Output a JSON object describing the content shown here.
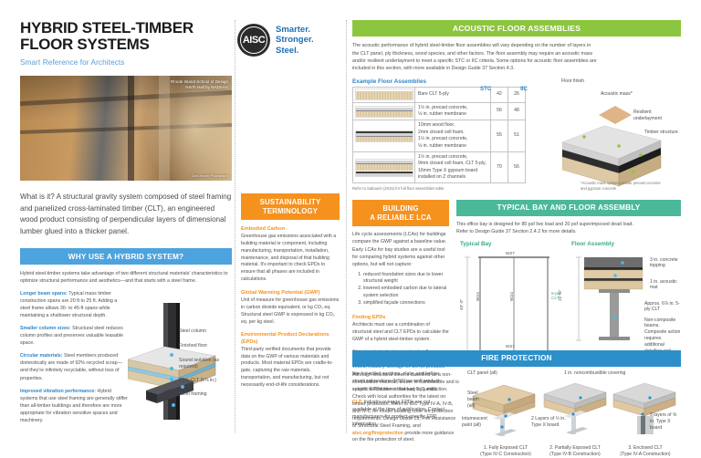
{
  "header": {
    "title_line1": "HYBRID STEEL-TIMBER",
    "title_line2": "FLOOR SYSTEMS",
    "subtitle": "Smart Reference for Architects",
    "logo_text": "AISC",
    "tagline1": "Smarter.",
    "tagline2": "Stronger.",
    "tagline3": "Steel.",
    "photo_credit_line1": "Rhode Island School of Design",
    "photo_credit_line2": "North Hall by NADAAA",
    "photo_credit_small": "Jonh Horner Photography"
  },
  "intro": {
    "text": "What is it? A structural gravity system composed of steel framing and panelized cross-laminated timber (CLT), an engineered wood product consisting of perpendicular layers of dimensional lumber glued into a thicker panel."
  },
  "why_hybrid": {
    "bar_title": "WHY USE A HYBRID SYSTEM?",
    "intro": "Hybrid steel-timber systems take advantage of two different structural materials' characteristics to optimize structural performance and aesthetics—and that starts with a steel frame.",
    "items": [
      {
        "lead": "Longer beam spans:",
        "body": " Typical mass timber construction spans are 20 ft to 25 ft. Adding a steel frame allows 30- to 45-ft spans while maintaining a shallower structural depth."
      },
      {
        "lead": "Smaller column sizes:",
        "body": " Structural steel reduces column profiles and preserves valuable leasable space."
      },
      {
        "lead": "Circular materials:",
        "body": " Steel members produced domestically are made of 92% recycled scrap—and they're infinitely recyclable, without loss of properties."
      },
      {
        "lead": "Improved vibration performance:",
        "body": " Hybrid systems that use steel framing are generally stiffer than all-timber buildings and therefore are more appropriate for vibration sensitive spaces and machinery."
      }
    ],
    "callouts": [
      "Steel column",
      "Finished floor",
      "Sound isolation (as required)",
      "5-ply CLT (6⅞ in.)",
      "Steel framing"
    ]
  },
  "sustainability": {
    "bar_title_line1": "SUSTAINABILITY",
    "bar_title_line2": "TERMINOLOGY",
    "terms": [
      {
        "head": "Embodied Carbon",
        "body": "Greenhouse gas emissions associated with a building material or component, including manufacturing, transportation, installation, maintenance, and disposal of that building material. It's important to check EPDs to ensure that all phases are included in calculations."
      },
      {
        "head": "Global Warming Potential (GWP)",
        "body": "Unit of measure for greenhouse gas emissions in carbon dioxide equivalent, or kg CO₂ eq. Structural steel GWP is expressed in kg CO₂ eq. per kg steel."
      },
      {
        "head": "Environmental Product Declarations (EPDs)",
        "body": "Third-party verified documents that provide data on the GWP of various materials and products. Most material EPDs are cradle-to-gate, capturing the raw materials, transportation, and manufacturing, but not necessarily end-of-life considerations."
      }
    ]
  },
  "acoustic": {
    "bar_title": "ACOUSTIC FLOOR ASSEMBLIES",
    "intro": "The acoustic performance of hybrid steel-timber floor assemblies will vary depending on the number of layers in the CLT panel, ply thickness, wood species, and other factors. The floor assembly may require an acoustic mass and/or resilient underlayment to meet a specific STC or IIC criteria. Some options for acoustic floor assemblies are included in this section, with more available in Design Guide 37 Section 4.3.",
    "table_title": "Example Floor Assemblies",
    "col_stc": "STC",
    "col_iic": "IIC",
    "rows": [
      {
        "desc": "Bare CLT 5-ply",
        "stc": "42",
        "iic": "26"
      },
      {
        "desc": "1½ in. precast concrete,\n⅛ in. rubber membrane",
        "stc": "56",
        "iic": "48"
      },
      {
        "desc": "10mm wood floor,\n2mm closed cell foam,\n1½ in. precast concrete,\n⅛ in. rubber membrane",
        "stc": "55",
        "iic": "51"
      },
      {
        "desc": "1½ in. precast concrete,\n9mm closed cell foam, CLT 5-ply,\n16mm Type X gypsum board\ninstalled on Z channels",
        "stc": "70",
        "iic": "56"
      }
    ],
    "note": "Refer to Sabourin (2015) for full floor assemblies table.",
    "diagram_labels": [
      "Floor finish",
      "Acoustic mass*",
      "Resilient underlayment",
      "Timber structure"
    ],
    "diagram_note": "*Acoustic mass options include precast concrete and gypsum concrete"
  },
  "lca": {
    "bar_title_line1": "BUILDING",
    "bar_title_line2": "A RELIABLE LCA",
    "intro": "Life cycle assessments (LCAs) for buildings compare the GWP against a baseline value. Early LCAs for bay studies are a useful tool for comparing hybrid systems against other options, but will not capture:",
    "list": [
      "reduced foundation sizes due to lower structural weight",
      "lowered embodied carbon due to lateral system selection",
      "simplified façade connections"
    ],
    "finding_head": "Finding EPDs",
    "finding_body": "Architects must use a combination of structural steel and CLT EPDs to calculate the GWP of a hybrid steel-timber system.",
    "steel_lead": "Structural steel:",
    "steel_link": " aisc.org/epds",
    "steel_body": " offers a variety of resources including third-party-vetted, industry-average EPDs for products like hot-rolled sections, plate, and hollow structural sections (HSS) as well product-specific EPDs from individual U.S. mills.",
    "clt_lead": "CLT:",
    "clt_body": " Industry-average EPDs are not available at the time of publication. Contact manufacturers for product-specific EPD information."
  },
  "bay": {
    "bar_title": "TYPICAL BAY AND FLOOR ASSEMBLY",
    "intro_line1": "This office bay is designed for 80 psf live load and 20 psf superimposed dead load.",
    "intro_line2": "Refer to Design Guide 37 Section 2.4.2 for more details.",
    "bay_caption": "Typical Bay",
    "beam_top": "W27",
    "beam_bottom": "W27",
    "infill_left": "W24",
    "infill_right": "W24",
    "dim_vertical": "40'-0\"",
    "dim_horizontal": "30'-0\"",
    "panel_label": "5-ply\nCLT",
    "assembly_caption": "Floor Assembly",
    "assembly_labels": [
      "3 in. concrete topping",
      "1 in. acoustic mat",
      "Approx. 6⅞ in. 5-ply CLT",
      "Non-composite beams. Composite action requires additional detailing and design considerations."
    ],
    "depth_label": "22 ⅝\""
  },
  "fire": {
    "bar_title": "FIRE PROTECTION",
    "body": "Although structural steel is classified as a non-combustible material, timber is combustible and is subject to limitations that vary by jurisdiction. Check with local authorities for the latest on timber protection. Refer to IBC Type IV-A, IV-B, and IV-C for model building code fire protection requirements. Design Guide 19, Fire Resistance of Structural Steel Framing, and ",
    "link": "aisc.org/fireprotection",
    "body_end": " provide more guidance on the fire protection of steel.",
    "labels": {
      "clt_panel": "CLT panel (all)",
      "steel_beam": "Steel beam (all)",
      "intumescent": "Intumescent paint (all)",
      "covering": "1 in. noncombustible covering",
      "two_layers": "2 Layers of ½ in. Type X board",
      "three_layers": "3 layers of ⅝ in. Type X board"
    },
    "captions": [
      {
        "line1": "1. Fully Exposed CLT",
        "line2": "(Type IV-C Construction)"
      },
      {
        "line1": "2. Partially Exposed CLT",
        "line2": "(Type IV-B Construction)"
      },
      {
        "line1": "3. Enclosed CLT",
        "line2": "(Type IV-A Construction)"
      }
    ]
  }
}
